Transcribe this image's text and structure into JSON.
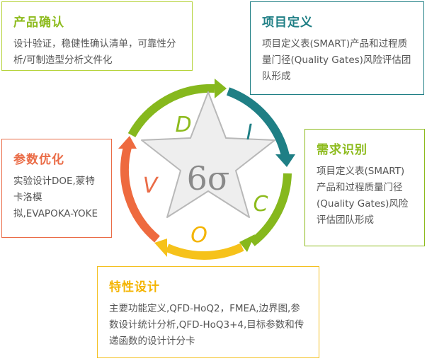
{
  "diagram": {
    "center_label": "6σ",
    "letters": [
      {
        "text": "D",
        "color": "#8dbb1d"
      },
      {
        "text": "I",
        "color": "#1f7f85"
      },
      {
        "text": "C",
        "color": "#8dbb1d"
      },
      {
        "text": "O",
        "color": "#f4b400"
      },
      {
        "text": "V",
        "color": "#ea6c47"
      }
    ],
    "arc_colors": {
      "green": "#86b81d",
      "teal": "#1f7f85",
      "yellow": "#f6c21a",
      "orange": "#ee6a3f"
    }
  },
  "boxes": {
    "define": {
      "title": "产品确认",
      "title_color": "#8dbb1d",
      "body": "设计验证，稳健性确认清单，可靠性分析/可制造型分析文件化"
    },
    "measure": {
      "title": "项目定义",
      "title_color": "#1f7f85",
      "body": "项目定义表(SMART)产品和过程质量门径(Quality Gates)风险评估团队形成"
    },
    "analyze": {
      "title": "需求识别",
      "title_color": "#8dbb1d",
      "body": "项目定义表(SMART)产品和过程质量门径(Quality Gates)风险评估团队形成"
    },
    "verify": {
      "title": "参数优化",
      "title_color": "#ea6c47",
      "body": "实验设计DOE,蒙特卡洛模拟,EVAPOKA-YOKE"
    },
    "optimize": {
      "title": "特性设计",
      "title_color": "#f4b400",
      "body": "主要功能定义,QFD-HoQ2，FMEA,边界图,参数设计统计分析,QFD-HoQ3+4,目标参数和传递函数的设计计分卡"
    }
  }
}
